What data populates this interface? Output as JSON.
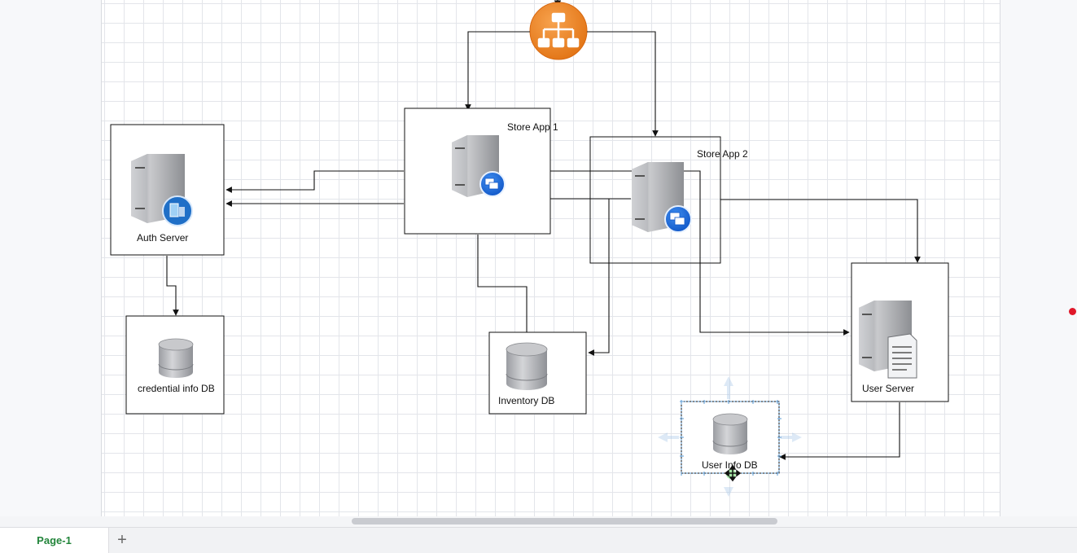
{
  "diagram": {
    "nodes": {
      "auth_server": {
        "label": "Auth Server"
      },
      "credential_db": {
        "label": "credential info DB"
      },
      "store_app_1": {
        "label": "Store App 1"
      },
      "store_app_2": {
        "label": "Store App 2"
      },
      "inventory_db": {
        "label": "Inventory DB"
      },
      "user_server": {
        "label": "User Server"
      },
      "user_info_db": {
        "label": "User Info DB"
      }
    },
    "icons": {
      "load_balancer": "load-balancer-icon",
      "auth_server": "auth-server-icon",
      "app_server": "app-server-icon",
      "database": "database-icon",
      "user_server": "user-server-icon"
    },
    "colors": {
      "load_balancer": "#f08a2d",
      "selection": "#5b9bd5",
      "page_tab_text": "#23853b",
      "indicator": "#e0182a"
    }
  },
  "footer": {
    "page_tab": "Page-1",
    "add_page": "+"
  }
}
